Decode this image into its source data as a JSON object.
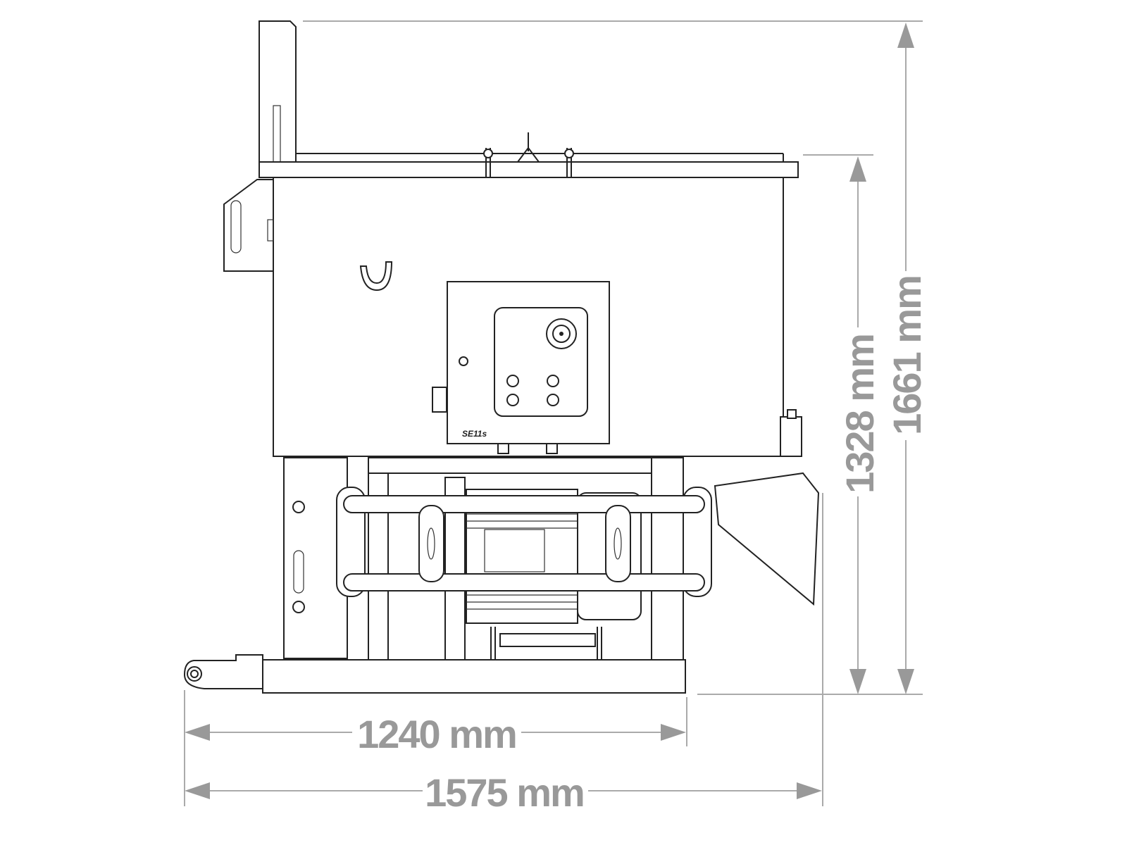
{
  "drawing": {
    "model_label": "SE11s",
    "dimensions": {
      "width_base": "1240 mm",
      "width_total": "1575 mm",
      "height_body": "1328 mm",
      "height_total": "1661 mm"
    },
    "colors": {
      "line": "#222222",
      "dimension": "#999999"
    }
  }
}
